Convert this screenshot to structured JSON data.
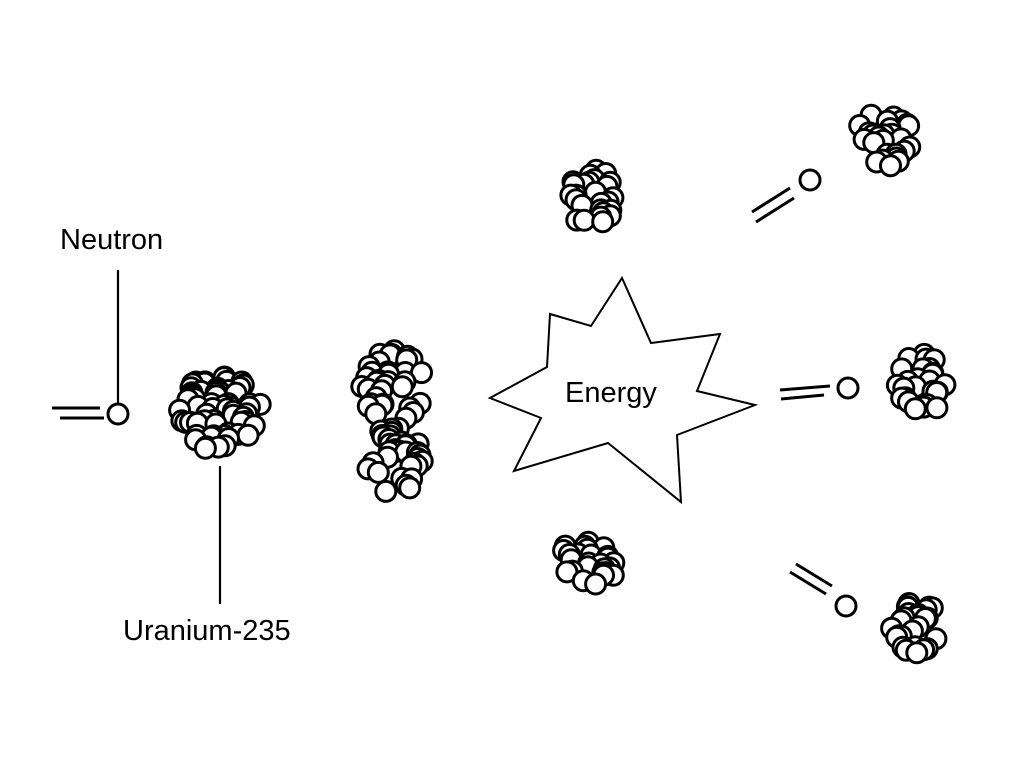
{
  "labels": {
    "neutron": "Neutron",
    "uranium": "Uranium-235",
    "energy": "Energy"
  },
  "colors": {
    "stroke": "#000000",
    "fill": "#ffffff",
    "background": "#ffffff"
  }
}
